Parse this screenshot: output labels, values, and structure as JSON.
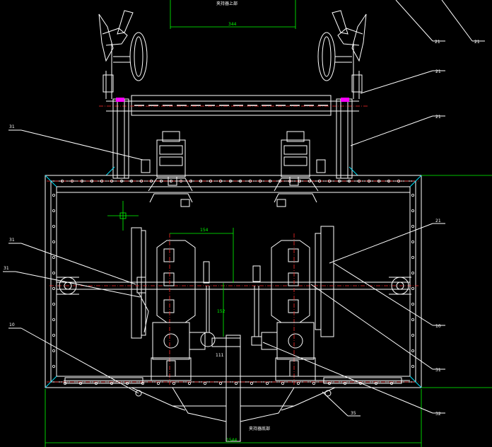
{
  "drawing": {
    "top_note": "夹持器上部",
    "bottom_note": "夹持器底部",
    "dim_top": "344",
    "dim_mid_horizontal": "154",
    "dim_mid_vertical": "152",
    "dim_bottom": "1544",
    "label_center": "111",
    "callouts": {
      "top_right_1": "21",
      "top_right_2": "21",
      "right_1": "21",
      "right_2": "21",
      "right_3": "21",
      "right_4": "10",
      "right_5": "31",
      "right_6": "32",
      "left_1": "31",
      "left_2": "31",
      "left_3": "31",
      "left_4": "10",
      "bottom_center": "35"
    }
  },
  "colors": {
    "background": "#000000",
    "outline": "#ffffff",
    "dimension": "#00ff00",
    "centerline": "#ff2a2a",
    "accent": "#00e5ff",
    "highlight": "#ff00ff"
  }
}
